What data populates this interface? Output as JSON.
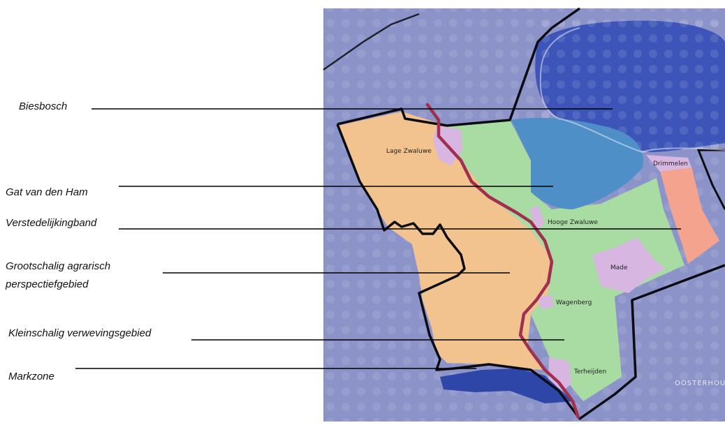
{
  "legend": {
    "biesbosch": "Biesbosch",
    "gat_van_den_ham": "Gat van den Ham",
    "verstedelijkingband": "Verstedelijkingband",
    "grootschalig_line1": "Grootschalig agrarisch",
    "grootschalig_line2": "perspectiefgebied",
    "kleinschalig": "Kleinschalig verwevingsgebied",
    "markzone": "Markzone"
  },
  "places": {
    "lage_zwaluwe": "Lage Zwaluwe",
    "drimmelen": "Drimmelen",
    "hooge_zwaluwe": "Hooge Zwaluwe",
    "made": "Made",
    "wagenberg": "Wagenberg",
    "terheijden": "Terheijden",
    "oosterhout": "OOSTERHOU"
  },
  "colors": {
    "background_map": "#8b93c8",
    "biesbosch_water": "#3d55b8",
    "gat_van_den_ham": "#4d8fc6",
    "verstedelijking": "#f4a38f",
    "grootschalig": "#f2c38f",
    "kleinschalig": "#a9dca3",
    "urban": "#d8b6e2",
    "route": "#a0304f",
    "markzone_water": "#2d46a8"
  }
}
